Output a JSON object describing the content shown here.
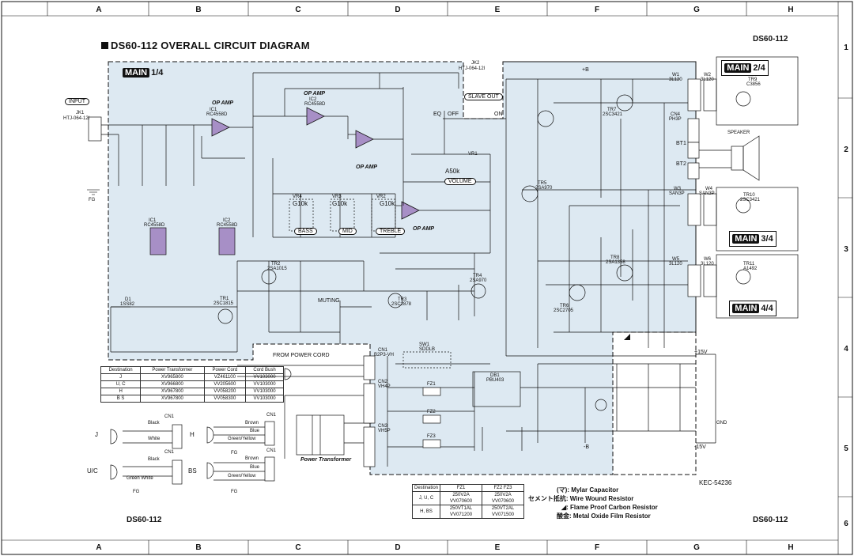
{
  "columns": [
    "A",
    "B",
    "C",
    "D",
    "E",
    "F",
    "G",
    "H"
  ],
  "rows": [
    "1",
    "2",
    "3",
    "4",
    "5",
    "6"
  ],
  "title": "DS60-112 OVERALL CIRCUIT DIAGRAM",
  "model_top": "DS60-112",
  "model_bottom_left": "DS60-112",
  "model_bottom_right": "DS60-112",
  "main_sections": [
    {
      "tag": "MAIN",
      "frac": "1/4"
    },
    {
      "tag": "MAIN",
      "frac": "2/4"
    },
    {
      "tag": "MAIN",
      "frac": "3/4"
    },
    {
      "tag": "MAIN",
      "frac": "4/4"
    }
  ],
  "labels": {
    "input": "INPUT",
    "jk1": "JK1",
    "jk1_part": "HTJ-064-12I",
    "jk2": "JK2",
    "jk2_part": "HTJ-064-12I",
    "slave_out": "SLAVE OUT",
    "fg": "FG",
    "op_amp": "OP AMP",
    "bass": "BASS",
    "mid": "MID",
    "treble": "TREBLE",
    "volume": "VOLUME",
    "vol_val": "A50k",
    "eq": "EQ",
    "off": "OFF",
    "on": "ON",
    "muting": "MUTING",
    "speaker": "SPEAKER",
    "bt1": "BT1",
    "bt2": "BT2",
    "from_power_cord": "FROM POWER CORD",
    "power_transformer": "Power Transformer",
    "db1": "DB1",
    "db1_part": "PBU403",
    "plus_b": "+B",
    "minus_b": "-B",
    "plus15": "+15V",
    "minus15": "-15V",
    "gnd": "GND",
    "kec": "KEC-54236"
  },
  "dest_table": {
    "headers": [
      "Destination",
      "Power Transformer",
      "Power Cord",
      "Cord Bush"
    ],
    "rows": [
      [
        "J",
        "XV965800",
        "VZ461100",
        "VV103000"
      ],
      [
        "U, C",
        "XV966800",
        "VV205600",
        "VV103000"
      ],
      [
        "H",
        "XV967800",
        "VV058200",
        "VV103000"
      ],
      [
        "B S",
        "XV967800",
        "VV058300",
        "VV103000"
      ]
    ]
  },
  "fuse_table": {
    "headers": [
      "Destination",
      "FZ1",
      "FZ2 FZ3"
    ],
    "rows": [
      [
        "J, U, C",
        "250V2A VV070600",
        "250V2A VV070600"
      ],
      [
        "H, BS",
        "250VT1AL VV071200",
        "250VT2AL VV071500"
      ]
    ]
  },
  "wiring": {
    "j": {
      "dest": "J",
      "c1": "Black",
      "c2": "White",
      "cn": "CN1"
    },
    "h": {
      "dest": "H",
      "c1": "Brown",
      "c2": "Blue",
      "c3": "Green/Yellow",
      "cn": "CN1",
      "fg": "FG"
    },
    "uc": {
      "dest": "U/C",
      "c1": "Black",
      "c2": "Green  White",
      "cn": "CN1",
      "fg": "FG"
    },
    "bs": {
      "dest": "BS",
      "c1": "Brown",
      "c2": "Blue",
      "c3": "Green/Yellow",
      "cn": "CN1",
      "fg": "FG"
    }
  },
  "legend": [
    "(マ): Mylar Capacitor",
    "セメント抵抗: Wire Wound Resistor",
    "◢: Flame Proof Carbon Resistor",
    "酸金: Metal Oxide Film Resistor"
  ],
  "parts": {
    "ic1": "IC1",
    "ic1_p": "RC4558D",
    "ic2": "IC2",
    "ic2_p": "RC4558D",
    "tr1": "TR1",
    "tr1_p": "2SC1815",
    "tr2": "TR2",
    "tr2_p": "2SA1015",
    "tr3": "TR3",
    "tr3_p": "2SC2878",
    "tr4": "TR4",
    "tr4_p": "2SA970",
    "tr5": "TR5",
    "tr5_p": "2SA970",
    "tr6": "TR6",
    "tr6_p": "2SC2705",
    "tr7": "TR7",
    "tr7_p": "2SC3421",
    "tr8": "TR8",
    "tr8_p": "2SA1358",
    "tr9": "TR9",
    "tr9_p": "C3856",
    "tr10": "TR10",
    "tr10_p": "2SC3421",
    "tr11": "TR11",
    "tr11_p": "A1492",
    "w1": "W1",
    "w1_p": "3L120",
    "w2": "W2",
    "w2_p": "3L120",
    "w3": "W3",
    "w3_p": "SAN3P",
    "w4": "W4",
    "w4_p": "SAN3P",
    "w5": "W5",
    "w5_p": "3L120",
    "w6": "W6",
    "w6_p": "3L120",
    "cn1": "CN1",
    "cn1_p": "B2P3-VH",
    "cn2": "CN2",
    "cn2_p": "VH4P",
    "cn3": "CN3",
    "cn3_p": "VH5P",
    "cn4": "CN4",
    "cn4_p": "PH3P",
    "sw1": "SW1",
    "sw1_p": "SDDLB",
    "fz1": "FZ1",
    "fz2": "FZ2",
    "fz3": "FZ3",
    "d1": "D1",
    "d1_p": "1SS82",
    "vr1": "VR1",
    "vr2": "VR2",
    "vr3": "VR3",
    "vr4": "VR4",
    "g10k": "G10k"
  }
}
